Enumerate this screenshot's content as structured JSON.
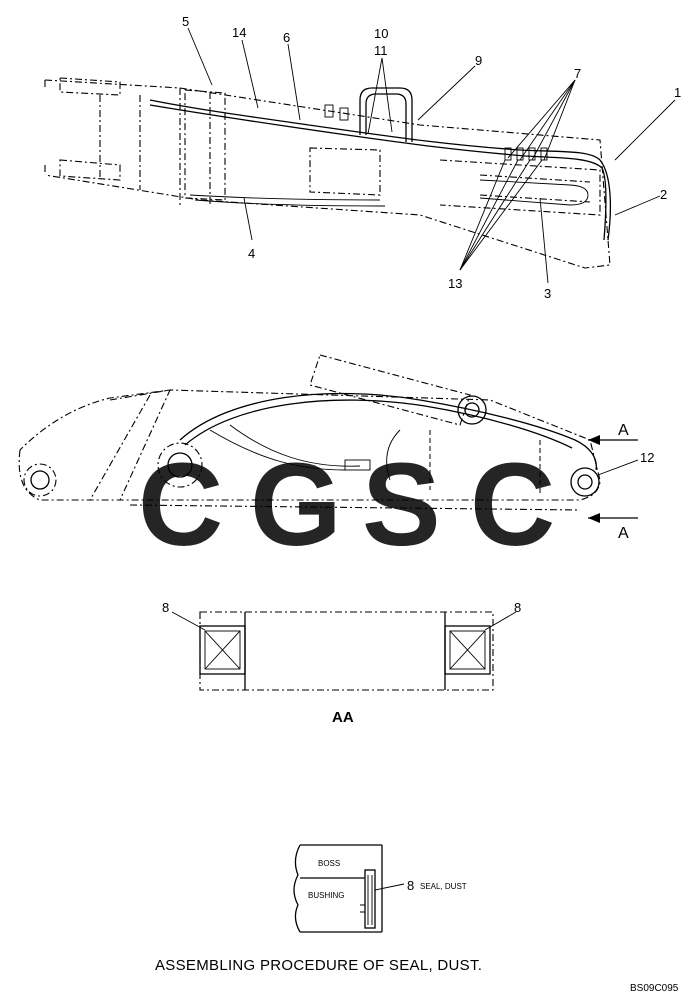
{
  "top_view": {
    "callouts": [
      "5",
      "14",
      "6",
      "10",
      "11",
      "9",
      "7",
      "1",
      "2",
      "3",
      "13",
      "4"
    ]
  },
  "side_view": {
    "callouts": [
      "12"
    ],
    "section_markers": [
      "A",
      "A"
    ]
  },
  "section_view": {
    "callouts": [
      "8",
      "8"
    ],
    "label": "AA"
  },
  "detail_view": {
    "boss_label": "BOSS",
    "bushing_label": "BUSHING",
    "callout_number": "8",
    "callout_text": "SEAL, DUST"
  },
  "caption": "ASSEMBLING PROCEDURE OF SEAL, DUST.",
  "figure_code": "BS09C095",
  "watermark": {
    "letters": [
      "C",
      "G",
      "S",
      "C"
    ],
    "colors": [
      "#4f8ef2",
      "#f28075",
      "#f6d24e",
      "#4fb87a"
    ]
  }
}
